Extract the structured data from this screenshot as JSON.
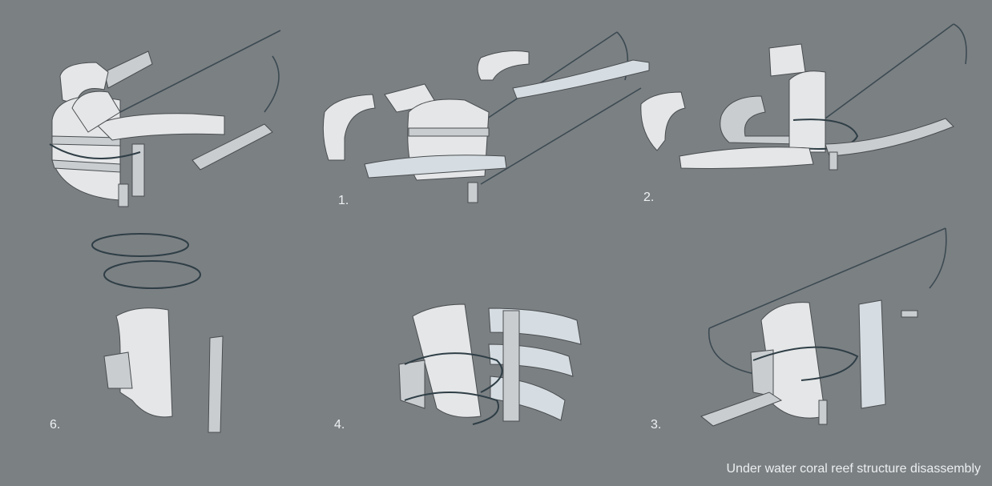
{
  "title": "Under water coral reef structure disassembly",
  "steps": [
    {
      "label": "1."
    },
    {
      "label": "2."
    },
    {
      "label": "3."
    },
    {
      "label": "4."
    },
    {
      "label": "6."
    }
  ]
}
